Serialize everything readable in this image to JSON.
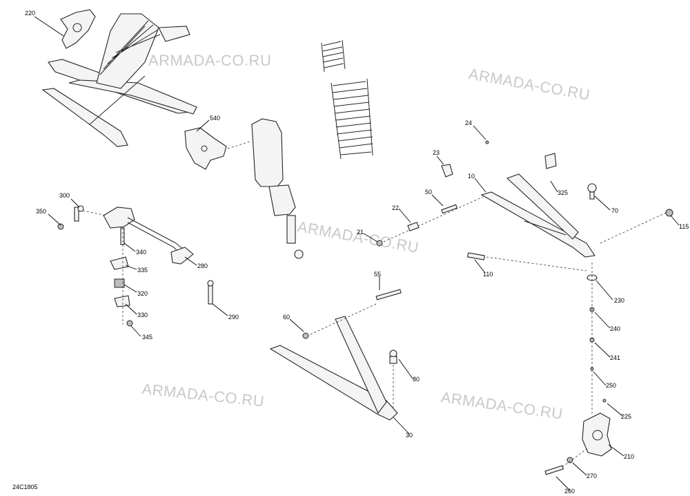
{
  "watermark": "ARMADA-CO.RU",
  "diagram_code": "24C1805",
  "callouts": {
    "c220": "220",
    "c540": "540",
    "c300": "300",
    "c350": "350",
    "c340": "340",
    "c280": "280",
    "c335": "335",
    "c320": "320",
    "c330": "330",
    "c345": "345",
    "c290": "290",
    "c24": "24",
    "c23": "23",
    "c10": "10",
    "c325": "325",
    "c70": "70",
    "c50": "50",
    "c22": "22",
    "c21": "21",
    "c115": "115",
    "c110": "110",
    "c55": "55",
    "c230": "230",
    "c60": "60",
    "c240": "240",
    "c241": "241",
    "c80": "80",
    "c250": "250",
    "c225": "225",
    "c30": "30",
    "c210": "210",
    "c270": "270",
    "c260": "260"
  },
  "colors": {
    "line": "#222222",
    "watermark": "#c9c9c9",
    "fill": "#f4f4f4"
  }
}
